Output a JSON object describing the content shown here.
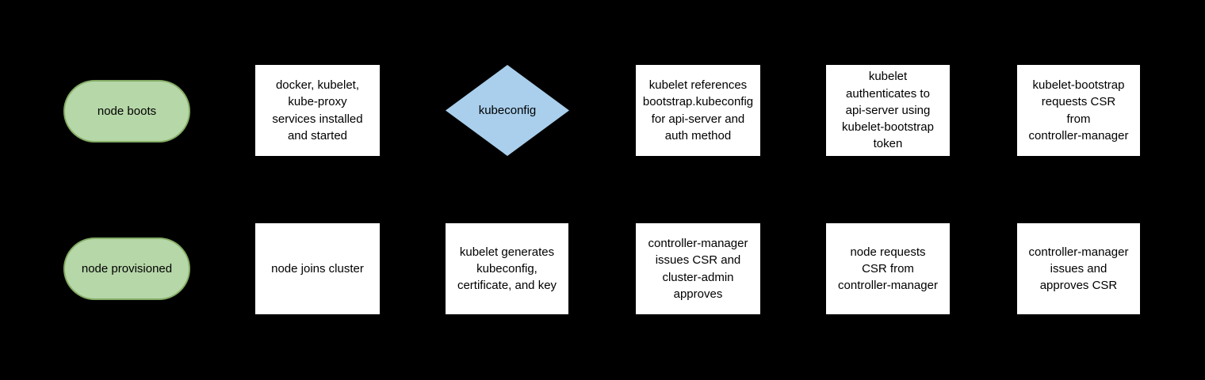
{
  "colors": {
    "background": "#000000",
    "terminal_fill": "#b6d7a8",
    "terminal_border": "#85ad66",
    "process_fill": "#ffffff",
    "decision_fill": "#a9cfec",
    "text": "#000000"
  },
  "rows": [
    {
      "name": "top",
      "nodes": [
        {
          "type": "terminal",
          "label": "node boots"
        },
        {
          "type": "process",
          "label": "docker, kubelet,\nkube-proxy\nservices installed\nand started"
        },
        {
          "type": "decision",
          "label": "kubeconfig"
        },
        {
          "type": "process",
          "label": "kubelet references\nbootstrap.kubeconfig\nfor api-server and\nauth method"
        },
        {
          "type": "process",
          "label": "kubelet\nauthenticates to\napi-server using\nkubelet-bootstrap\ntoken"
        },
        {
          "type": "process",
          "label": "kubelet-bootstrap\nrequests CSR\nfrom\ncontroller-manager"
        }
      ]
    },
    {
      "name": "bottom",
      "nodes": [
        {
          "type": "terminal",
          "label": "node provisioned"
        },
        {
          "type": "process",
          "label": "node joins cluster"
        },
        {
          "type": "process",
          "label": "kubelet generates\nkubeconfig,\ncertificate, and key"
        },
        {
          "type": "process",
          "label": "controller-manager\nissues CSR and\ncluster-admin\napproves"
        },
        {
          "type": "process",
          "label": "node requests\nCSR from\ncontroller-manager"
        },
        {
          "type": "process",
          "label": "controller-manager\nissues and\napproves CSR"
        }
      ]
    }
  ]
}
